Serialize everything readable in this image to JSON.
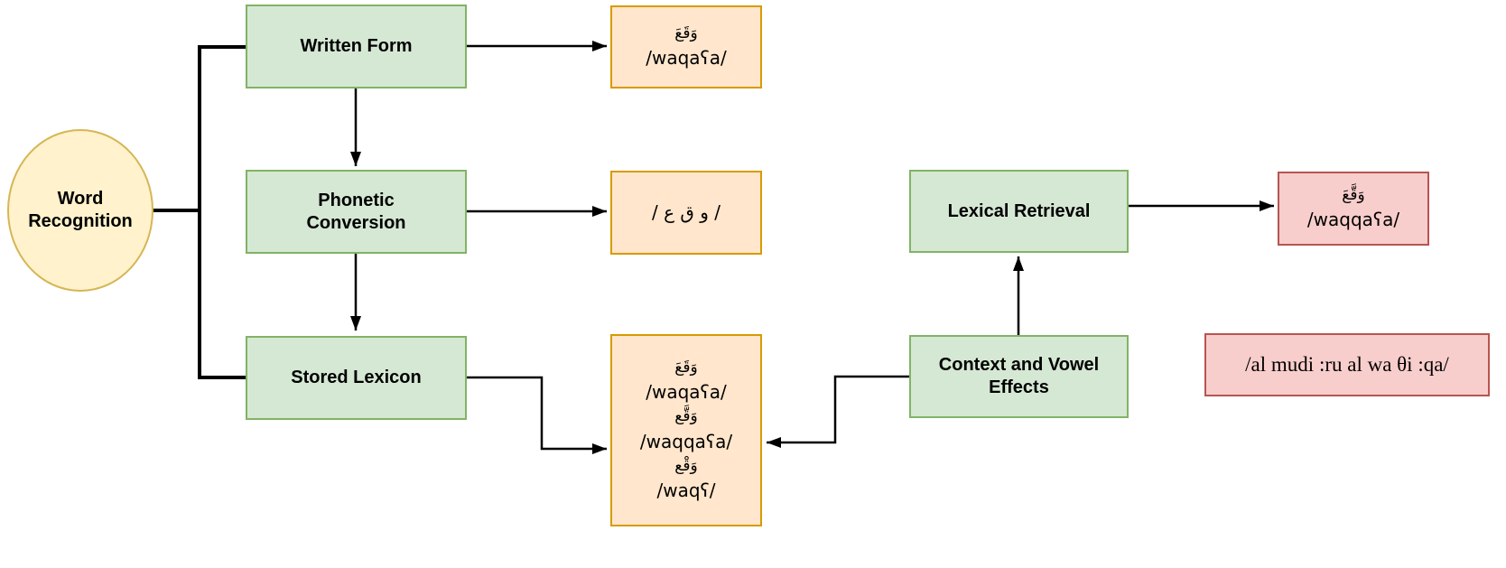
{
  "title": "Word recognition flow diagram",
  "colors": {
    "ellipse_fill": "#fff2cc",
    "ellipse_stroke": "#d6b656",
    "process_fill": "#d5e8d4",
    "process_stroke": "#82b366",
    "output_fill": "#ffe6cc",
    "output_stroke": "#d79b00",
    "result_fill": "#f8cecc",
    "result_stroke": "#b85450",
    "connector": "#000000"
  },
  "nodes": {
    "word_recognition": {
      "label": "Word Recognition"
    },
    "written_form": {
      "label": "Written Form"
    },
    "phonetic_conversion": {
      "label": "Phonetic Conversion"
    },
    "stored_lexicon": {
      "label": "Stored Lexicon"
    },
    "lexical_retrieval": {
      "label": "Lexical Retrieval"
    },
    "context_vowel_effects": {
      "label": "Context and Vowel Effects"
    },
    "written_form_output": {
      "arabic": "وَقَعَ",
      "ipa": "/waqaʕa/"
    },
    "phonetic_output": {
      "ipa": "/ و ق ع /"
    },
    "lexicon_output": {
      "lines": [
        "وَقَعَ",
        "/waqaʕa/",
        "وَقَّع",
        "/waqqaʕa/",
        "وَقْع",
        "/waqʕ/"
      ]
    },
    "retrieval_output": {
      "arabic": "وَقَّعَ",
      "ipa": "/waqqaʕa/"
    },
    "context_example": {
      "ipa": "/al mudi :ru al wa θi :qa/"
    }
  }
}
